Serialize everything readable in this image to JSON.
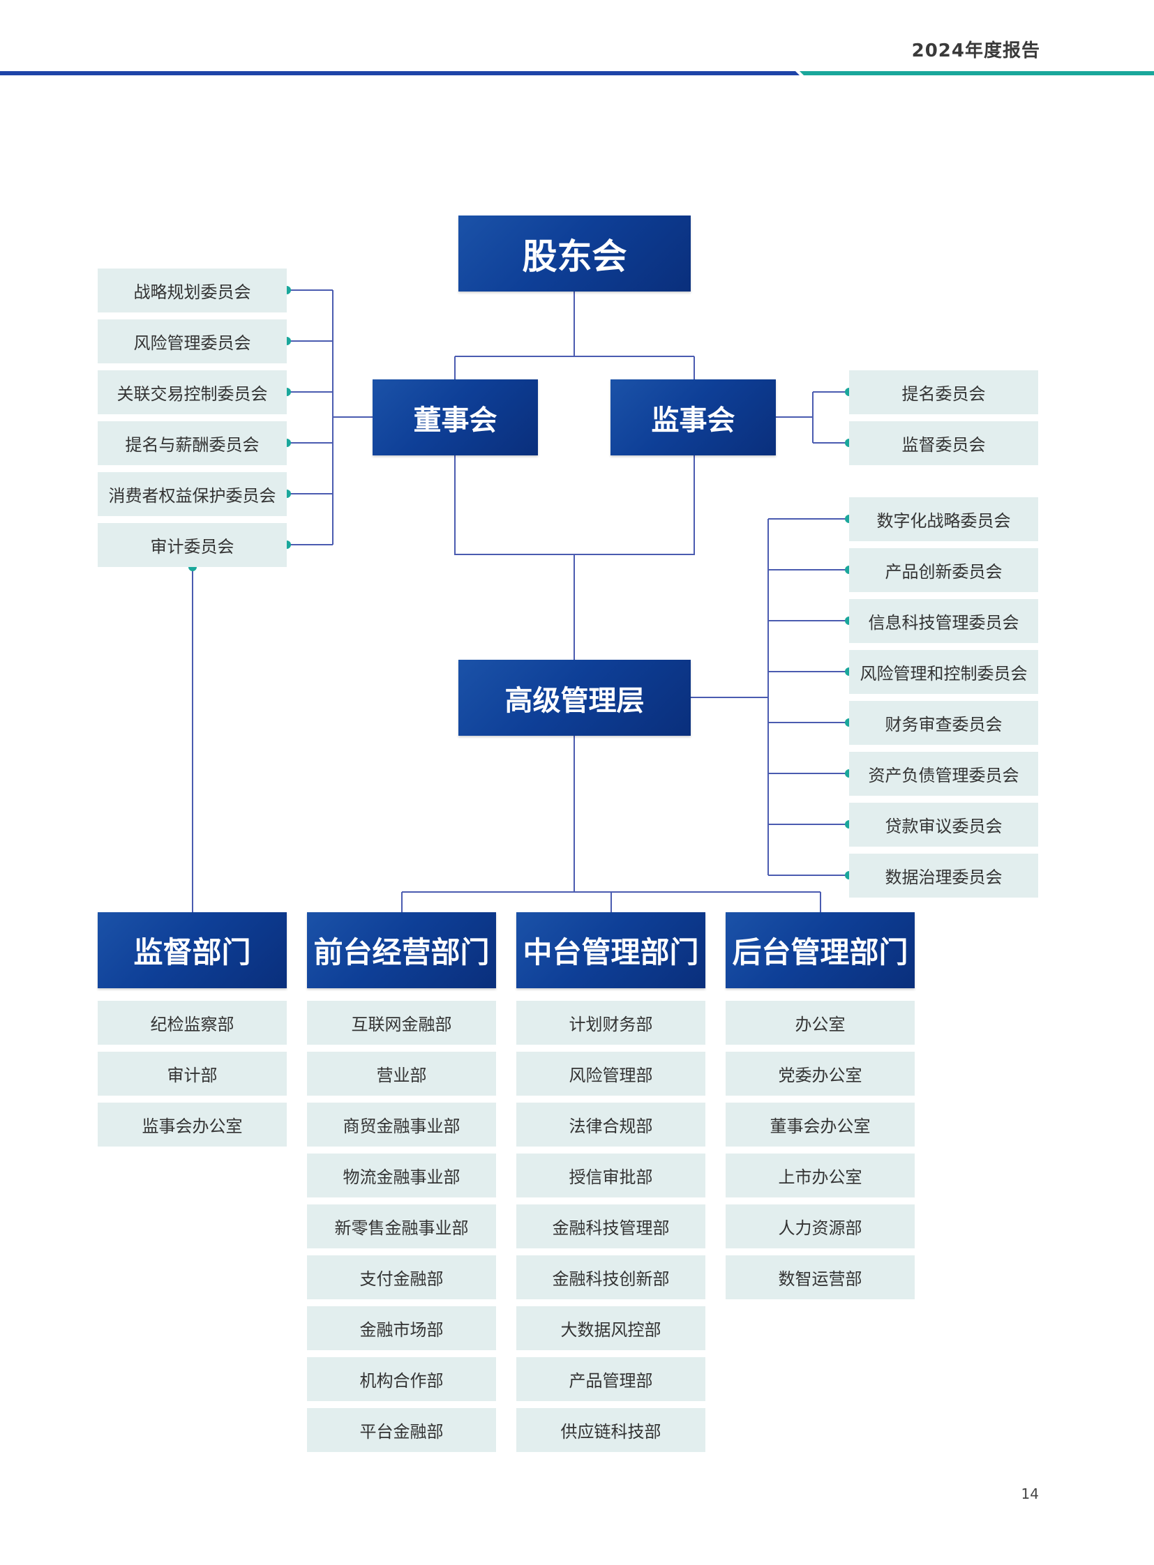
{
  "header": {
    "title": "2024年度报告"
  },
  "page_number": "14",
  "colors": {
    "dark_box": "#0e3f97",
    "light_box": "#e2eeee",
    "connector": "#4a5bb0",
    "dot": "#1aa79b",
    "rule_blue": "#1e44a8",
    "rule_teal": "#1aa79b"
  },
  "top": {
    "shareholders": "股东会",
    "board": "董事会",
    "supervisory": "监事会",
    "senior_mgmt": "高级管理层"
  },
  "board_committees": [
    "战略规划委员会",
    "风险管理委员会",
    "关联交易控制委员会",
    "提名与薪酬委员会",
    "消费者权益保护委员会",
    "审计委员会"
  ],
  "supervisory_committees": [
    "提名委员会",
    "监督委员会"
  ],
  "mgmt_committees": [
    "数字化战略委员会",
    "产品创新委员会",
    "信息科技管理委员会",
    "风险管理和控制委员会",
    "财务审查委员会",
    "资产负债管理委员会",
    "贷款审议委员会",
    "数据治理委员会"
  ],
  "departments": [
    {
      "title": "监督部门",
      "items": [
        "纪检监察部",
        "审计部",
        "监事会办公室"
      ]
    },
    {
      "title": "前台经营部门",
      "items": [
        "互联网金融部",
        "营业部",
        "商贸金融事业部",
        "物流金融事业部",
        "新零售金融事业部",
        "支付金融部",
        "金融市场部",
        "机构合作部",
        "平台金融部"
      ]
    },
    {
      "title": "中台管理部门",
      "items": [
        "计划财务部",
        "风险管理部",
        "法律合规部",
        "授信审批部",
        "金融科技管理部",
        "金融科技创新部",
        "大数据风控部",
        "产品管理部",
        "供应链科技部"
      ]
    },
    {
      "title": "后台管理部门",
      "items": [
        "办公室",
        "党委办公室",
        "董事会办公室",
        "上市办公室",
        "人力资源部",
        "数智运营部"
      ]
    }
  ]
}
